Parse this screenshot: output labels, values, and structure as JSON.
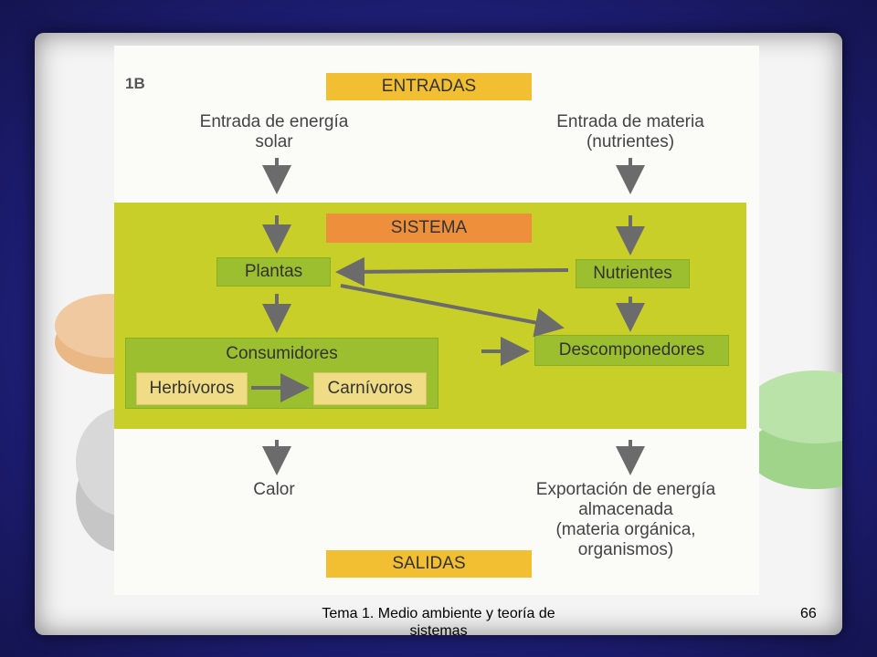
{
  "figure": {
    "id": "1B",
    "inputs_header": "ENTRADAS",
    "energy_input": [
      "Entrada de energía",
      "solar"
    ],
    "matter_input": [
      "Entrada de materia",
      "(nutrientes)"
    ],
    "system_header": "SISTEMA",
    "plants": "Plantas",
    "nutrients": "Nutrientes",
    "consumers": "Consumidores",
    "herbivores": "Herbívoros",
    "carnivores": "Carnívoros",
    "decomposers": "Descomponedores",
    "heat": "Calor",
    "export": [
      "Exportación de energía",
      "almacenada",
      "(materia orgánica,",
      "organismos)"
    ],
    "outputs_header": "SALIDAS"
  },
  "colors": {
    "system_band": "#c8cf28",
    "header_yellow": "#f2bf33",
    "header_orange": "#ee8f3c",
    "node_green": "#9bbf2e",
    "node_pale": "#f1dc86",
    "arrow": "#6b6b6b"
  },
  "footer": {
    "title": "Tema 1. Medio ambiente y teoría de sistemas",
    "page": "66"
  }
}
